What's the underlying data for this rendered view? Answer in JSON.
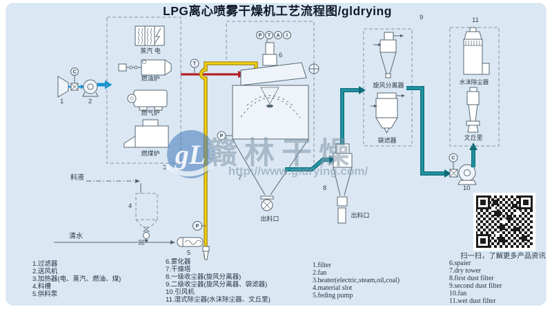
{
  "title": "LPG离心喷雾干燥机工艺流程图/gldrying",
  "watermark": {
    "logo_text": "gL",
    "name": "赣林干燥",
    "url": "http://www.gldrying.com/"
  },
  "labels": {
    "steam_electric": "蒸汽  电",
    "oil_furnace": "燃油炉",
    "gas_furnace": "燃气炉",
    "coal_furnace": "燃煤炉",
    "feed_liquid": "料液",
    "clean_water": "清水",
    "discharge": "出料口",
    "cyclone_separator": "旋风分离器",
    "bag_filter": "袋滤器",
    "water_mist_collector": "水沫除尘器",
    "venturi": "文丘里",
    "qr_caption": "扫一扫，了解更多产品资讯"
  },
  "item_numbers": [
    "1",
    "2",
    "3",
    "4",
    "5",
    "6",
    "7",
    "8",
    "9",
    "10",
    "11"
  ],
  "instruments": {
    "pressure": "P",
    "temperature": "T",
    "analysis": "A",
    "indicator": "I",
    "control": "C"
  },
  "legend": {
    "col1": [
      "1.过滤器",
      "2.送风机",
      "3.加热器(电、蒸汽、燃油、煤)",
      "4.料槽",
      "5.供料泵"
    ],
    "col2": [
      "6.雾化器",
      "7.干燥塔",
      "8.一级收尘器(旋风分离器)",
      "9.二级收尘器(旋风分离器、袋滤器)",
      "10.引风机",
      "11.湿式除尘器(水沫除尘器、文丘里)"
    ],
    "col3": [
      "1.filter",
      "2.fan",
      "3.heater(electric,steam,oil,coal)",
      "4.material slot",
      "5.feding pump"
    ],
    "col4": [
      "6.spaier",
      "7.dry tower",
      "8.first dust filter",
      "9.second dust filter",
      "10.fan",
      "11.wet dust filter"
    ]
  },
  "colors": {
    "panel_bg": "#dbe8f4",
    "hot_air_pipe": "#b42025",
    "cold_air_pipe": "#1695d2",
    "exhaust_pipe": "#1f8fa0",
    "feed_pipe": "#f3cd11",
    "watermark_blue": "#4178ba"
  }
}
